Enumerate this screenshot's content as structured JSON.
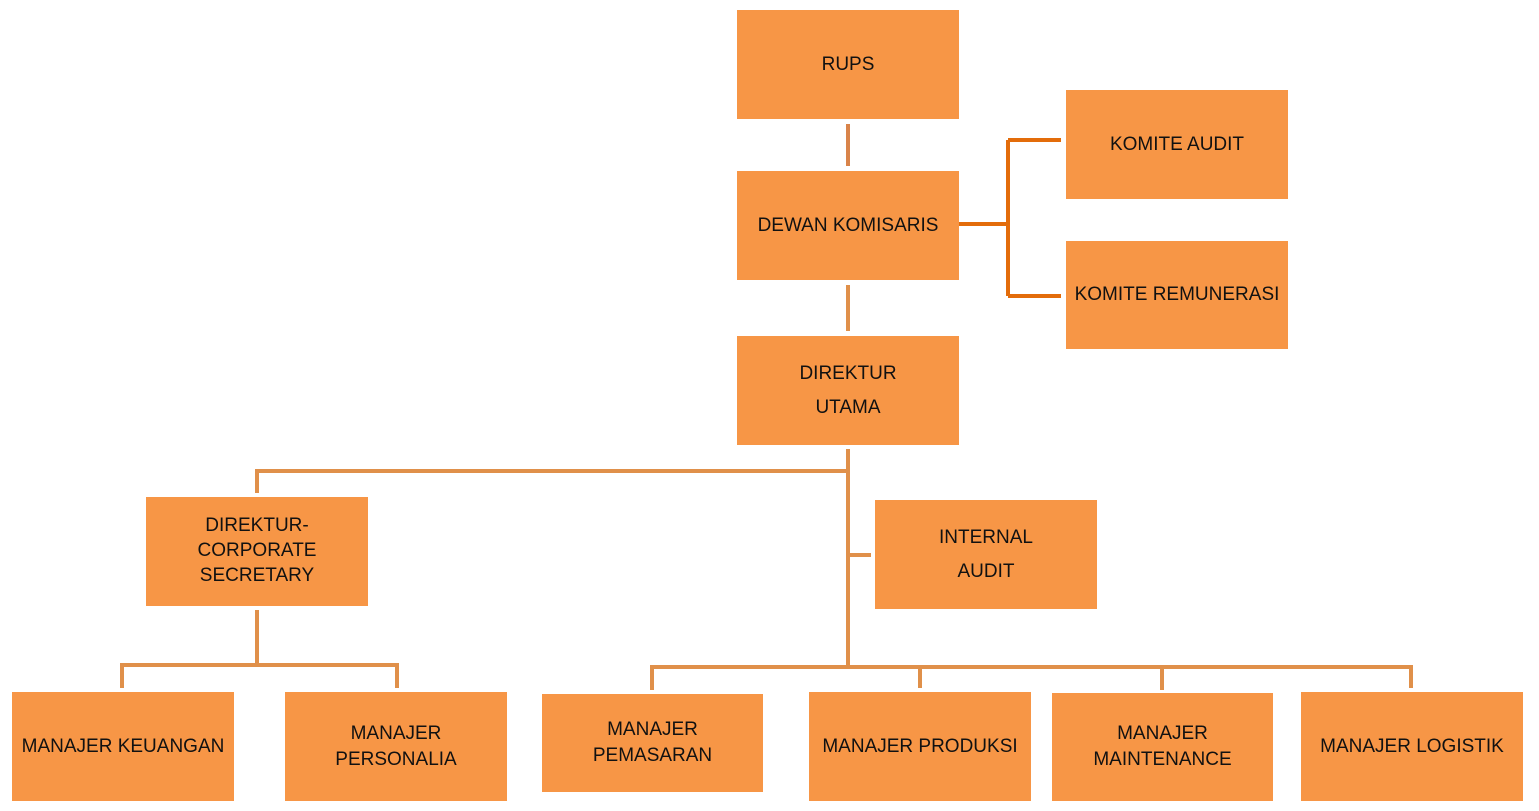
{
  "diagram": {
    "type": "org-chart",
    "colors": {
      "box_fill": "#f79646",
      "connector": "#e0904a",
      "committee_connector": "#e36c0a",
      "text": "#111111"
    },
    "nodes": {
      "rups": {
        "lines": [
          "RUPS"
        ]
      },
      "dewan_komisaris": {
        "lines": [
          "DEWAN KOMISARIS"
        ]
      },
      "komite_audit": {
        "lines": [
          "KOMITE AUDIT"
        ]
      },
      "komite_remunerasi": {
        "lines": [
          "KOMITE REMUNERASI"
        ]
      },
      "direktur_utama": {
        "lines": [
          "DIREKTUR",
          "UTAMA"
        ]
      },
      "direktur_corporate_secretary": {
        "lines": [
          "DIREKTUR-",
          "CORPORATE",
          "SECRETARY"
        ]
      },
      "internal_audit": {
        "lines": [
          "INTERNAL",
          "AUDIT"
        ]
      },
      "manajer_keuangan": {
        "lines": [
          "MANAJER KEUANGAN"
        ]
      },
      "manajer_personalia": {
        "lines": [
          "MANAJER",
          "PERSONALIA"
        ]
      },
      "manajer_pemasaran": {
        "lines": [
          "MANAJER",
          "PEMASARAN"
        ]
      },
      "manajer_produksi": {
        "lines": [
          "MANAJER PRODUKSI"
        ]
      },
      "manajer_maintenance": {
        "lines": [
          "MANAJER",
          "MAINTENANCE"
        ]
      },
      "manajer_logistik": {
        "lines": [
          "MANAJER LOGISTIK"
        ]
      }
    },
    "edges": [
      [
        "rups",
        "dewan_komisaris"
      ],
      [
        "dewan_komisaris",
        "komite_audit"
      ],
      [
        "dewan_komisaris",
        "komite_remunerasi"
      ],
      [
        "dewan_komisaris",
        "direktur_utama"
      ],
      [
        "direktur_utama",
        "direktur_corporate_secretary"
      ],
      [
        "direktur_utama",
        "internal_audit"
      ],
      [
        "direktur_corporate_secretary",
        "manajer_keuangan"
      ],
      [
        "direktur_corporate_secretary",
        "manajer_personalia"
      ],
      [
        "direktur_utama",
        "manajer_pemasaran"
      ],
      [
        "direktur_utama",
        "manajer_produksi"
      ],
      [
        "direktur_utama",
        "manajer_maintenance"
      ],
      [
        "direktur_utama",
        "manajer_logistik"
      ]
    ]
  }
}
